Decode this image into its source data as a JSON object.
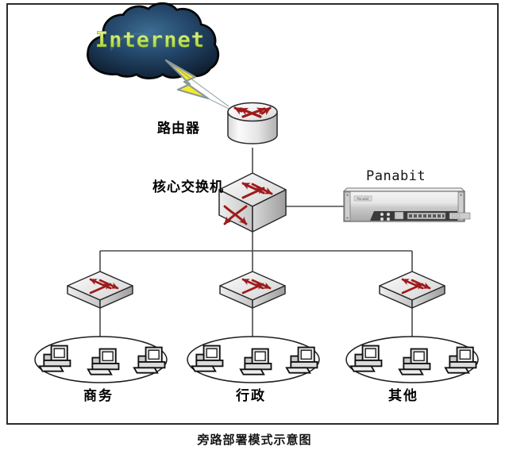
{
  "diagram": {
    "caption": "旁路部署模式示意图",
    "cloud": {
      "label": "Internet",
      "fill_color": "#1b3a5c",
      "text_color": "#c8e86a",
      "outline_color": "#0d0d0d"
    },
    "link_bolt": {
      "name": "lightning-bolt",
      "color": "#f5ed26",
      "outline_color": "#7d8a8f"
    },
    "nodes": [
      {
        "id": "router",
        "label": "路由器",
        "type": "router",
        "icon": "router-cylinder-icon"
      },
      {
        "id": "coresw",
        "label": "核心交换机",
        "type": "switch",
        "icon": "switch-cube-icon"
      },
      {
        "id": "panabit",
        "label": "Panabit",
        "type": "appliance",
        "icon": "rack-server-icon"
      }
    ],
    "access_switches": [
      {
        "id": "sw-business",
        "icon": "switch-box-icon"
      },
      {
        "id": "sw-admin",
        "icon": "switch-box-icon"
      },
      {
        "id": "sw-other",
        "icon": "switch-box-icon"
      }
    ],
    "workstation_groups": [
      {
        "id": "group-business",
        "label": "商务",
        "pc_count": 3,
        "icon": "desktop-pc-icon"
      },
      {
        "id": "group-admin",
        "label": "行政",
        "pc_count": 3,
        "icon": "desktop-pc-icon"
      },
      {
        "id": "group-other",
        "label": "其他",
        "pc_count": 3,
        "icon": "desktop-pc-icon"
      }
    ],
    "colors": {
      "device_arrow": "#9e1b1b",
      "device_body_light": "#f2f2f2",
      "device_body_shade": "#b9b9b9",
      "link_line": "#4a4a4a",
      "frame_border": "#2c2c2c"
    }
  }
}
